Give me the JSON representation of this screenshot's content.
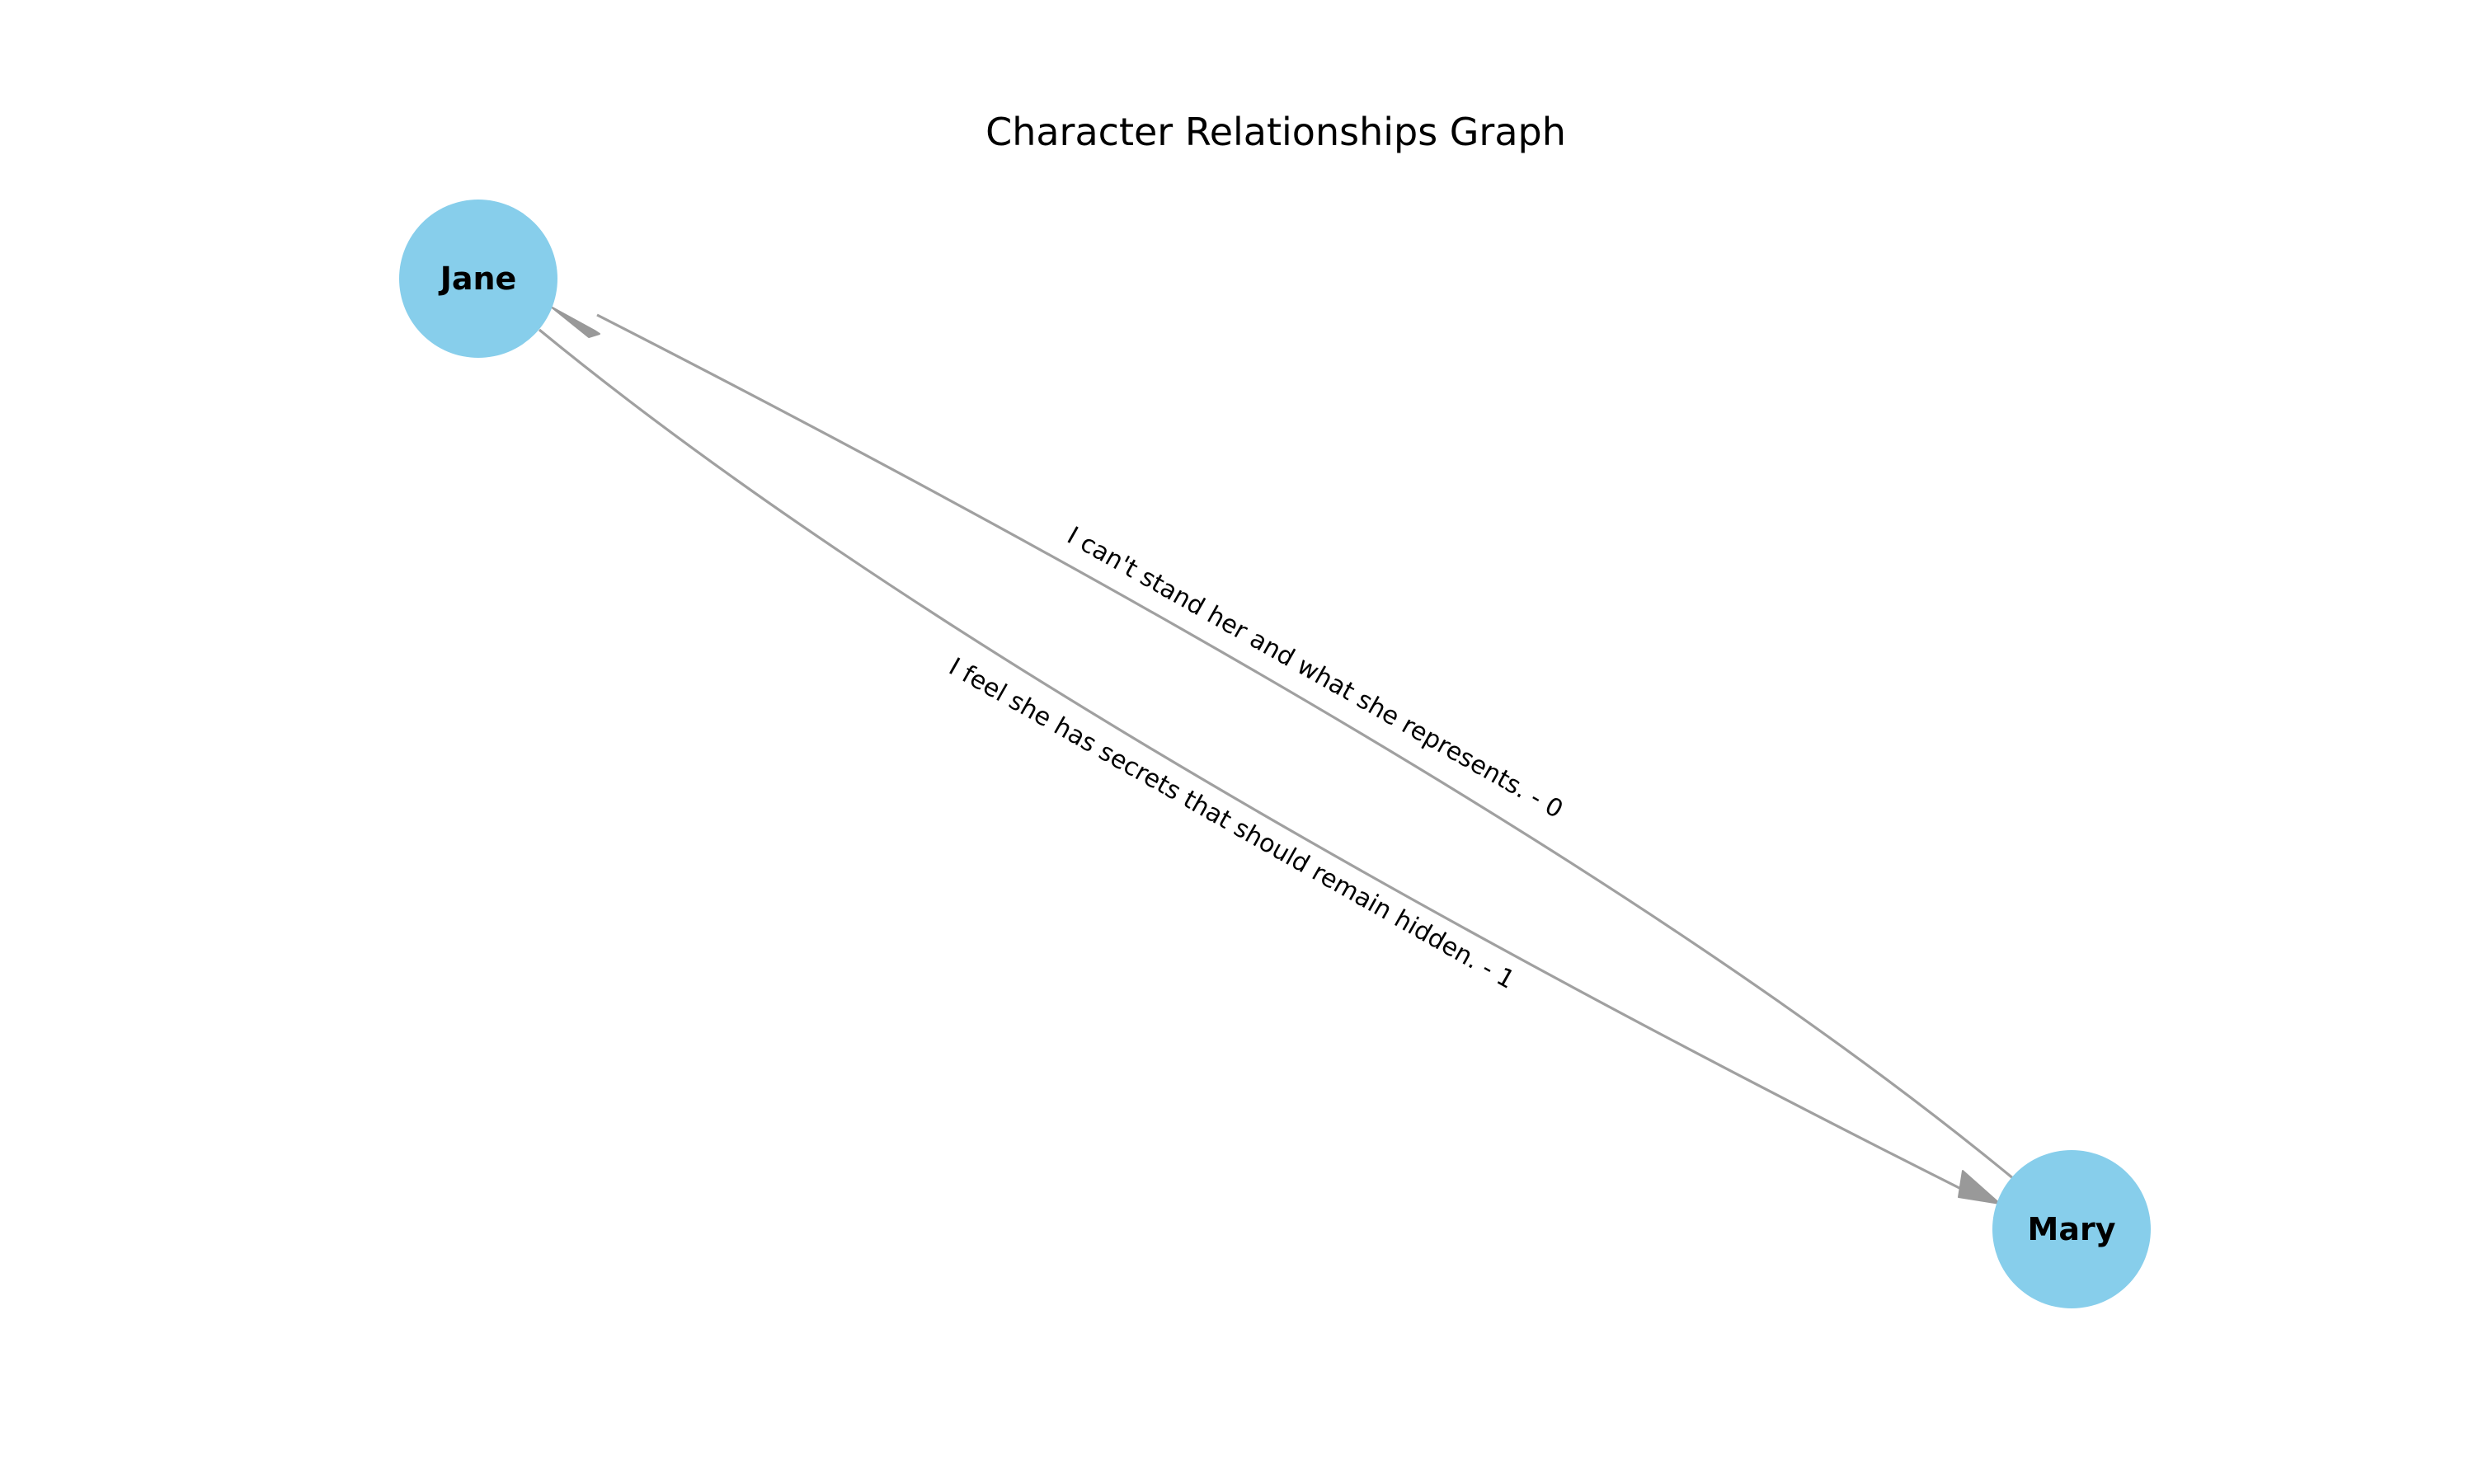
{
  "graph": {
    "title": "Character Relationships Graph",
    "directed": true,
    "colors": {
      "node_fill": "#87ceeb",
      "edge": "#a0a0a0",
      "arrow": "#999999",
      "text": "#000000"
    },
    "nodes": [
      {
        "id": "jane",
        "label": "Jane"
      },
      {
        "id": "mary",
        "label": "Mary"
      }
    ],
    "edges": [
      {
        "id": "mary-to-jane",
        "from": "Mary",
        "to": "Jane",
        "label": "I can't stand her and what she represents. - 0"
      },
      {
        "id": "jane-to-mary",
        "from": "Jane",
        "to": "Mary",
        "label": "I feel she has secrets that should remain hidden. - 1"
      }
    ]
  }
}
